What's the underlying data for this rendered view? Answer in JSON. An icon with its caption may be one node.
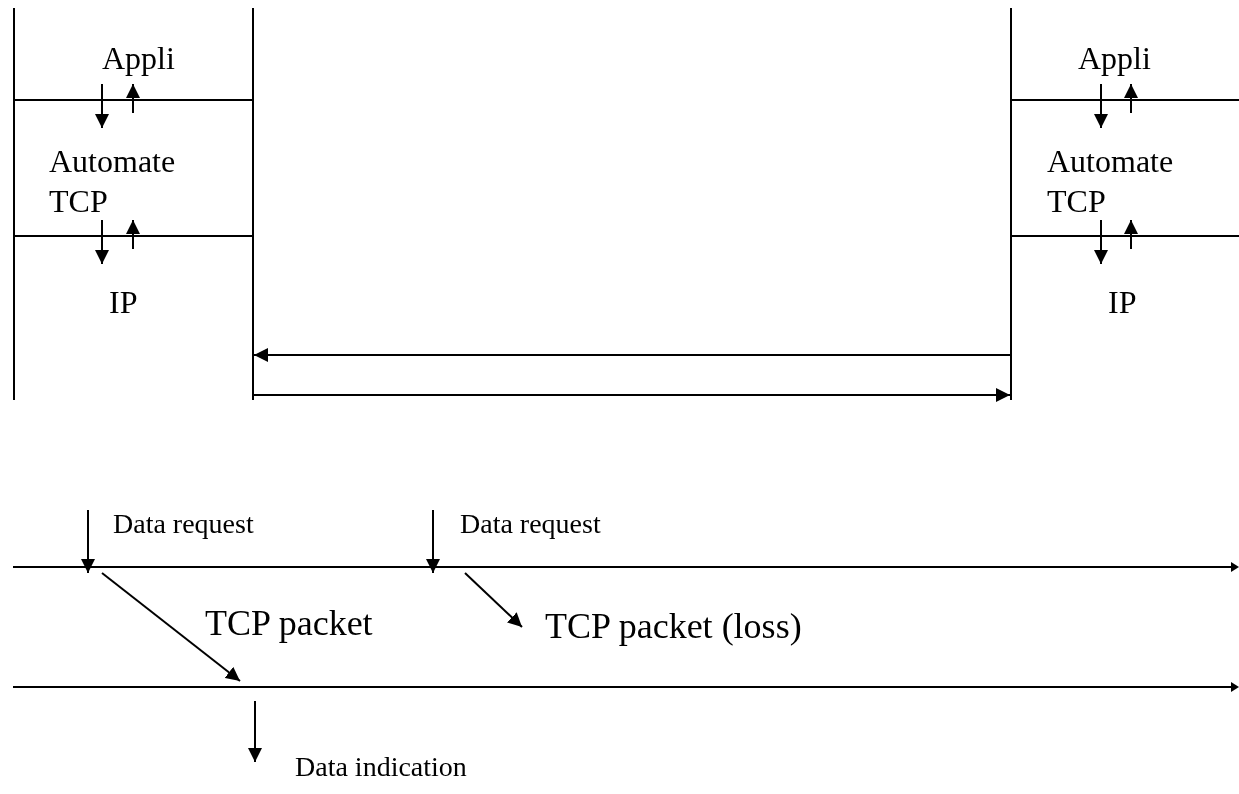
{
  "diagram": {
    "nodes": [
      {
        "text": [
          "Appli"
        ]
      },
      {
        "text": [
          "Automate TCP"
        ]
      },
      {
        "text": [
          "IP"
        ]
      },
      {
        "text": [
          "Appli"
        ]
      },
      {
        "text": [
          "Automate TCP"
        ]
      },
      {
        "text": [
          "IP"
        ]
      },
      {
        "text": [],
        "shape": "bar"
      },
      {
        "text": [],
        "shape": "bar"
      }
    ],
    "edges": [
      {
        "from": 0,
        "to": 1,
        "arrow": "to"
      },
      {
        "from": 1,
        "to": 0,
        "arrow": "to"
      },
      {
        "from": 1,
        "to": 2,
        "arrow": "to"
      },
      {
        "from": 2,
        "to": 1,
        "arrow": "to"
      },
      {
        "from": 3,
        "to": 4,
        "arrow": "to"
      },
      {
        "from": 4,
        "to": 3,
        "arrow": "to"
      },
      {
        "from": 4,
        "to": 5,
        "arrow": "to"
      },
      {
        "from": 5,
        "to": 4,
        "arrow": "to"
      },
      {
        "from": 5,
        "to": 2,
        "arrow": "to"
      },
      {
        "from": 2,
        "to": 5,
        "arrow": "to"
      },
      {
        "from": null,
        "to": 6,
        "arrow": "to",
        "label": "Data request"
      },
      {
        "from": null,
        "to": 6,
        "arrow": "to",
        "label": "Data request"
      },
      {
        "from": 6,
        "to": 7,
        "arrow": "to",
        "label": "TCP packet"
      },
      {
        "from": 6,
        "to": null,
        "arrow": "to",
        "label": "TCP packet (loss)"
      },
      {
        "from": 7,
        "to": null,
        "arrow": "to",
        "label": "Data indication"
      }
    ]
  }
}
